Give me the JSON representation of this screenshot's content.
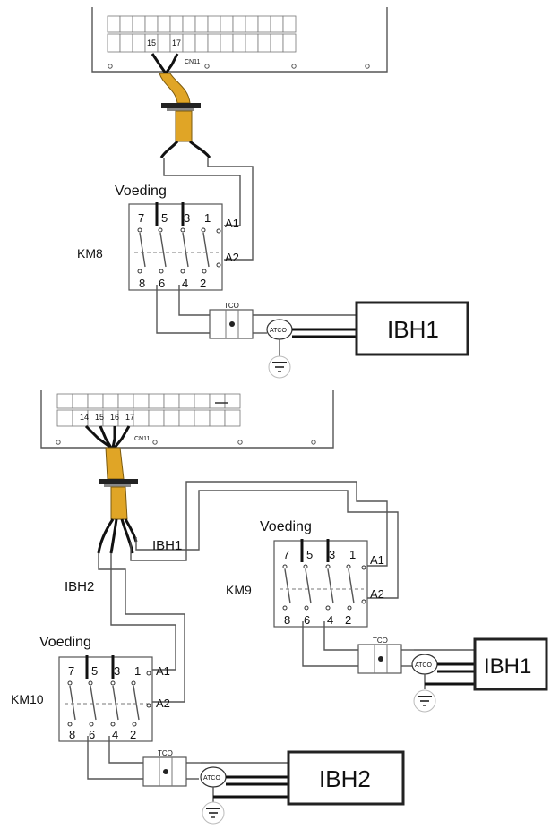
{
  "top": {
    "connector_label": "CN11",
    "pins": [
      "15",
      "17"
    ],
    "contactor": {
      "name": "KM8",
      "supply_label": "Voeding",
      "top_terminals": [
        "7",
        "5",
        "3",
        "1"
      ],
      "bottom_terminals": [
        "8",
        "6",
        "4",
        "2"
      ],
      "coil_terminals": [
        "A1",
        "A2"
      ]
    },
    "tco_label": "TCO",
    "atco_label": "ATCO",
    "heater_label": "IBH1"
  },
  "bottom": {
    "connector_label": "CN11",
    "pins": [
      "14",
      "15",
      "16",
      "17"
    ],
    "wire_label_1": "IBH1",
    "wire_label_2": "IBH2",
    "contactor_a": {
      "name": "KM9",
      "supply_label": "Voeding",
      "top_terminals": [
        "7",
        "5",
        "3",
        "1"
      ],
      "bottom_terminals": [
        "8",
        "6",
        "4",
        "2"
      ],
      "coil_terminals": [
        "A1",
        "A2"
      ]
    },
    "contactor_b": {
      "name": "KM10",
      "supply_label": "Voeding",
      "top_terminals": [
        "7",
        "5",
        "3",
        "1"
      ],
      "bottom_terminals": [
        "8",
        "6",
        "4",
        "2"
      ],
      "coil_terminals": [
        "A1",
        "A2"
      ]
    },
    "tco_label": "TCO",
    "atco_label": "ATCO",
    "heater_label_a": "IBH1",
    "heater_label_b": "IBH2"
  }
}
